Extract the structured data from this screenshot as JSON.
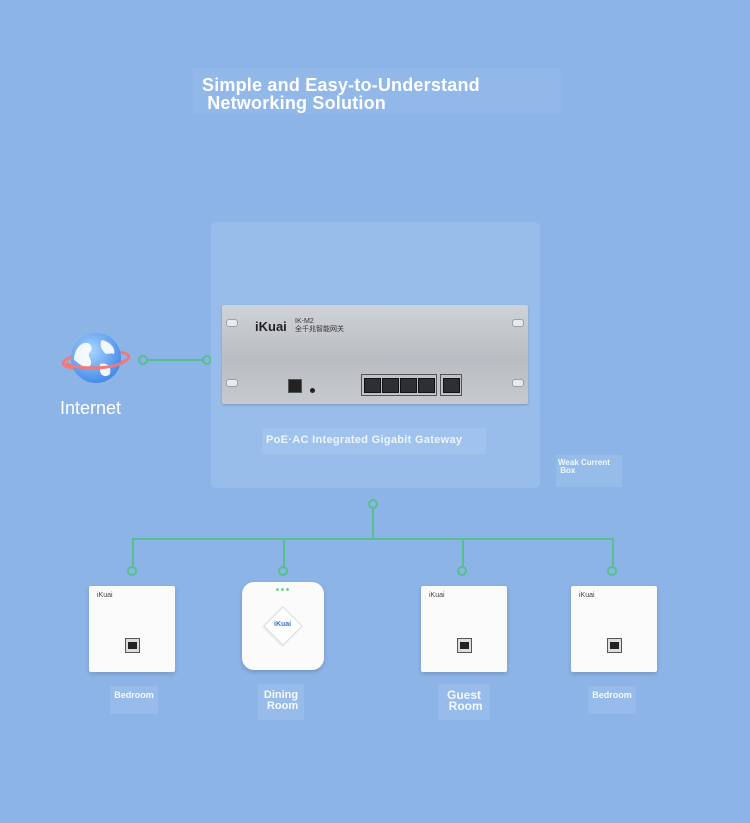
{
  "title": "Simple and Easy-to-Understand\n Networking Solution",
  "internet_label": "Internet",
  "gateway": {
    "brand": "iKuai",
    "model": "IK-M2\n全千兆智能网关",
    "caption": "PoE·AC Integrated Gigabit Gateway"
  },
  "weak_current_box": "Weak Current\n Box",
  "rooms": [
    {
      "device_brand": "iKuai",
      "label": "Bedroom"
    },
    {
      "device_brand": "iKuai",
      "label": "Dining\n Room"
    },
    {
      "device_brand": "iKuai",
      "label": "Guest\n Room"
    },
    {
      "device_brand": "iKuai",
      "label": "Bedroom"
    }
  ],
  "colors": {
    "background": "#8db4e7",
    "connector": "#58c08e"
  }
}
